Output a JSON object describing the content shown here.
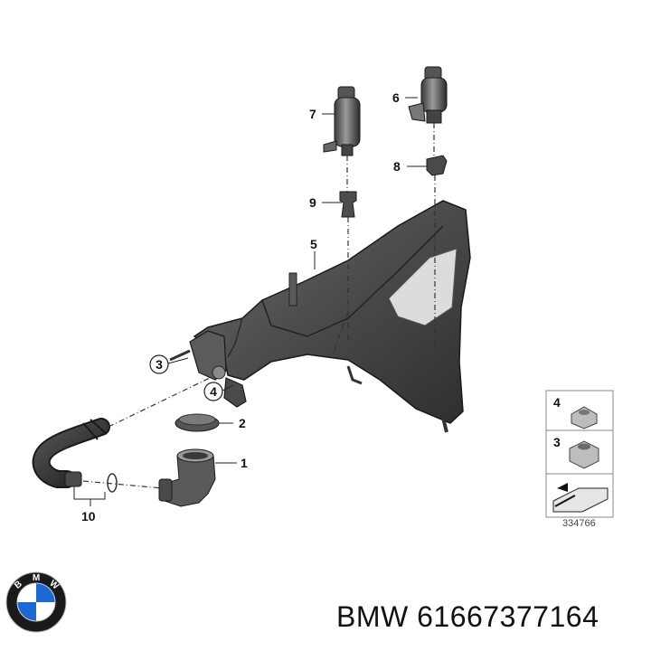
{
  "callouts": {
    "c1": "1",
    "c2": "2",
    "c3": "3",
    "c4": "4",
    "c5": "5",
    "c6": "6",
    "c7": "7",
    "c8": "8",
    "c9": "9",
    "c10": "10"
  },
  "legend": {
    "item_top": "4",
    "item_bottom": "3"
  },
  "reference_number": "334766",
  "caption": "BMW 61667377164",
  "logo": {
    "letters": [
      "B",
      "M",
      "W"
    ],
    "colors": {
      "blue": "#1c69d4",
      "ring": "#1a1a1a",
      "white": "#ffffff"
    }
  }
}
